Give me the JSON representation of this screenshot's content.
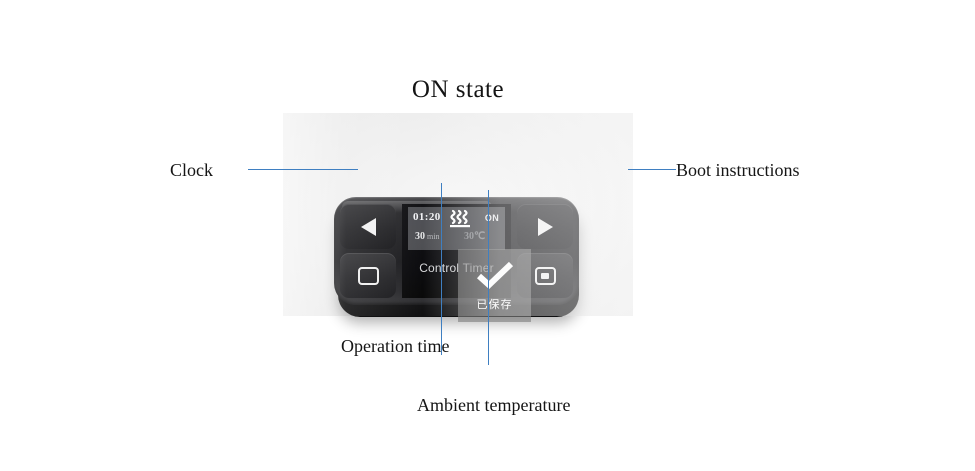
{
  "figure": {
    "title": "ON state",
    "annotations": [
      {
        "name": "clock",
        "label": "Clock"
      },
      {
        "name": "boot",
        "label": "Boot instructions"
      },
      {
        "name": "operation_time",
        "label": "Operation time"
      },
      {
        "name": "ambient_temp",
        "label": "Ambient temperature"
      }
    ]
  },
  "device": {
    "keys": {
      "left_top": {
        "icon": "triangle-left-icon",
        "label": ""
      },
      "left_bottom": {
        "icon": "rounded-square-outline-icon",
        "label": ""
      },
      "right_top": {
        "icon": "triangle-right-icon",
        "label": ""
      },
      "right_bottom": {
        "icon": "rounded-square-filled-icon",
        "label": ""
      }
    },
    "lcd": {
      "clock": "01:20",
      "heat_icon": "heating-waves-icon",
      "power_state": "ON",
      "duration_value": "30",
      "duration_unit": "min",
      "temperature": "30℃",
      "caption": "Control Timer"
    },
    "toast": {
      "icon": "check-icon",
      "label": "已保存"
    }
  },
  "colors": {
    "leader_line": "#3f7fc1",
    "body_dark": "#1d1d20",
    "lcd_backlight": "#7a7c80",
    "toast_bg": "rgba(128,128,128,0.62)",
    "text": "#151515"
  }
}
